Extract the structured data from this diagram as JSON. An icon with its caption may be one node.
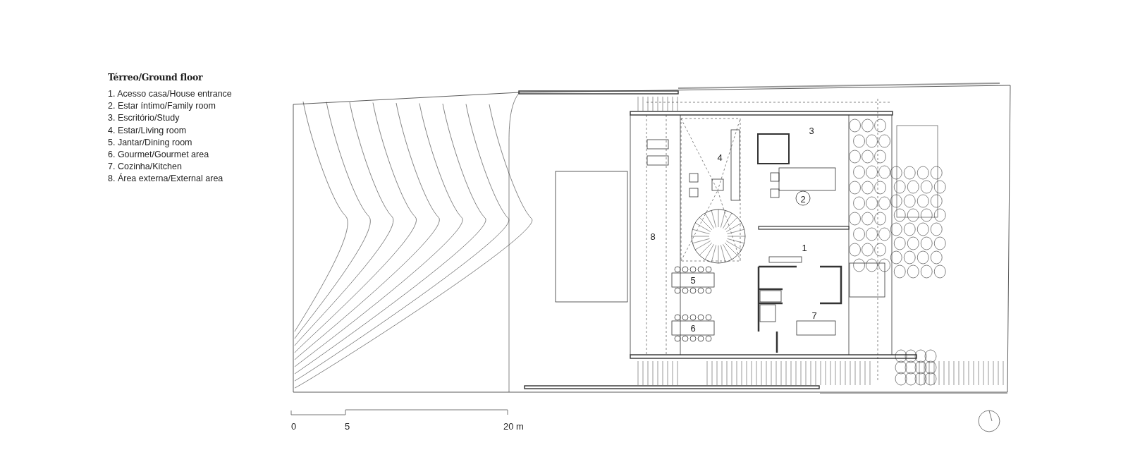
{
  "diagram": {
    "title": "Térreo/Ground floor",
    "labels": [
      "1. Acesso casa/House entrance",
      "2. Estar íntimo/Family room",
      "3. Escritório/Study",
      "4. Estar/Living room",
      "5. Jantar/Dining room",
      "6. Gourmet/Gourmet area",
      "7. Cozinha/Kitchen",
      "8. Área externa/External area",
      "3",
      "4",
      "2",
      "8",
      "1",
      "5",
      "7",
      "6",
      "0",
      "5",
      "20 m"
    ]
  }
}
